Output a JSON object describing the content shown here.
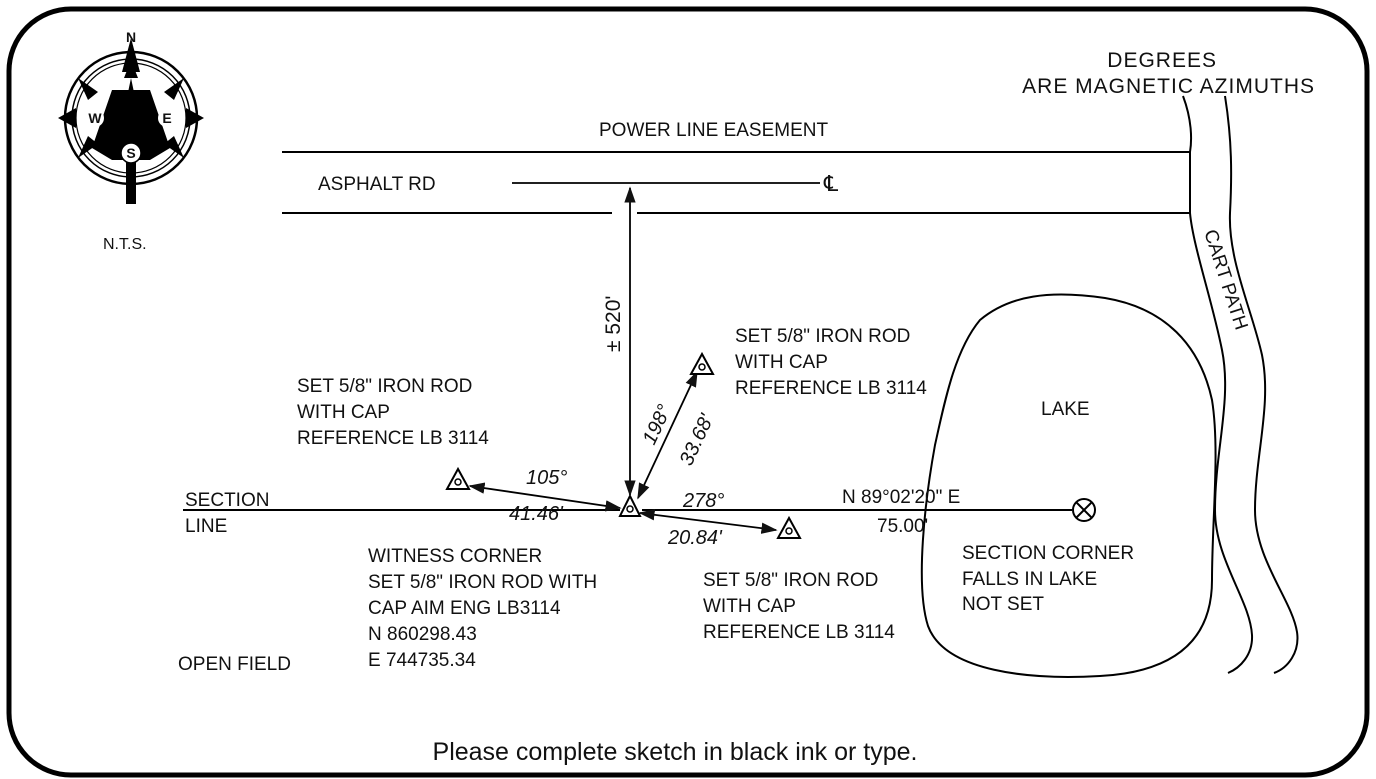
{
  "compass": {
    "n": "N",
    "s": "S",
    "e": "E",
    "w": "W",
    "scale": "N.T.S."
  },
  "notes": {
    "degrees_line1": "DEGREES",
    "degrees_line2": "ARE MAGNETIC AZIMUTHS"
  },
  "roads": {
    "easement": "POWER LINE EASEMENT",
    "asphalt": "ASPHALT RD",
    "centerline_symbol": "℄",
    "cart_path": "CART PATH"
  },
  "distance_to_road": "± 520'",
  "section_line": {
    "line1": "SECTION",
    "line2": "LINE"
  },
  "rods": {
    "west": {
      "line1": "SET 5/8\" IRON ROD",
      "line2": "WITH CAP",
      "line3": "REFERENCE LB 3114",
      "azimuth": "105°",
      "distance": "41.46'"
    },
    "north": {
      "line1": "SET 5/8\" IRON ROD",
      "line2": "WITH CAP",
      "line3": "REFERENCE LB 3114",
      "azimuth": "198°",
      "distance": "33.68'"
    },
    "southeast": {
      "line1": "SET 5/8\" IRON ROD",
      "line2": "WITH CAP",
      "line3": "REFERENCE LB 3114",
      "azimuth": "278°",
      "distance": "20.84'"
    }
  },
  "witness": {
    "line1": "WITNESS CORNER",
    "line2": "SET 5/8\" IRON ROD WITH",
    "line3": "CAP AIM ENG LB3114",
    "line4": "N 860298.43",
    "line5": "E 744735.34"
  },
  "bearing": {
    "value": "N 89°02'20\" E",
    "distance": "75.00'"
  },
  "lake": {
    "label": "LAKE",
    "note1": "SECTION CORNER",
    "note2": "FALLS IN LAKE",
    "note3": "NOT SET"
  },
  "open_field": "OPEN FIELD",
  "footer": "Please complete sketch in black ink or type."
}
